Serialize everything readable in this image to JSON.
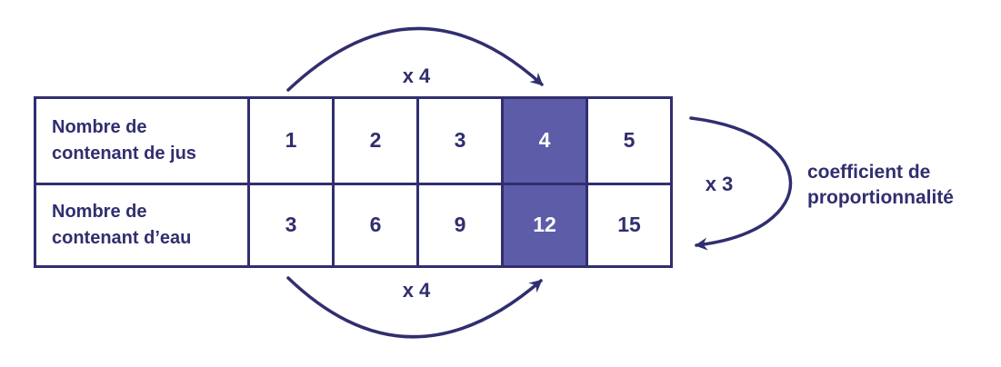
{
  "colors": {
    "navy": "#312E6F",
    "highlight_purple": "#5D5CA8",
    "highlight_text": "#FFFFFF",
    "background": "#FFFFFF"
  },
  "table": {
    "rows": [
      {
        "label_line1": "Nombre de",
        "label_line2": "contenant de jus",
        "values": [
          "1",
          "2",
          "3",
          "4",
          "5"
        ]
      },
      {
        "label_line1": "Nombre de",
        "label_line2": "contenant d’eau",
        "values": [
          "3",
          "6",
          "9",
          "12",
          "15"
        ]
      }
    ],
    "highlighted_column_index": 3
  },
  "annotations": {
    "top_arrow_label": "x 4",
    "bottom_arrow_label": "x 4",
    "right_arrow_label": "x 3",
    "caption_line1": "coefficient de",
    "caption_line2": "proportionnalité"
  }
}
